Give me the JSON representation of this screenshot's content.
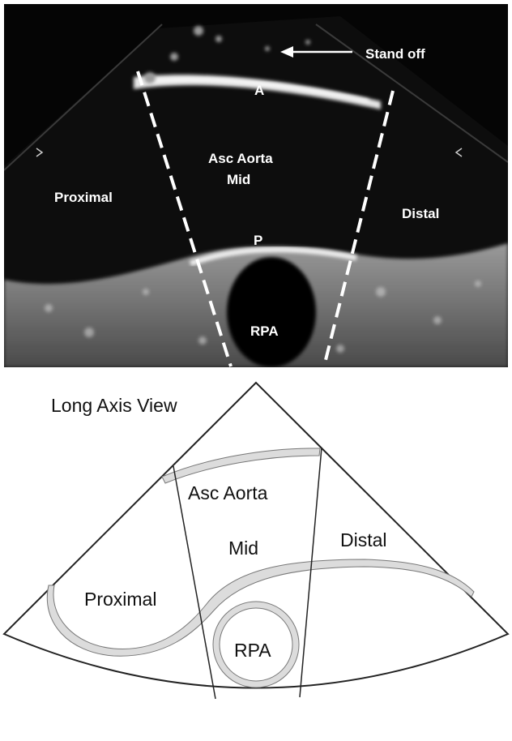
{
  "echo_panel": {
    "labels": {
      "stand_off": "Stand off",
      "anterior": "A",
      "asc_aorta": "Asc Aorta",
      "mid": "Mid",
      "proximal": "Proximal",
      "distal": "Distal",
      "posterior": "P",
      "rpa": "RPA"
    }
  },
  "schematic_panel": {
    "title": "Long Axis View",
    "labels": {
      "asc_aorta": "Asc Aorta",
      "mid": "Mid",
      "distal": "Distal",
      "proximal": "Proximal",
      "rpa": "RPA"
    }
  },
  "colors": {
    "echo_background": "#050505",
    "tissue": "#bdbdbd",
    "wall_fill": "#dcdcdc",
    "outline": "#222222"
  }
}
